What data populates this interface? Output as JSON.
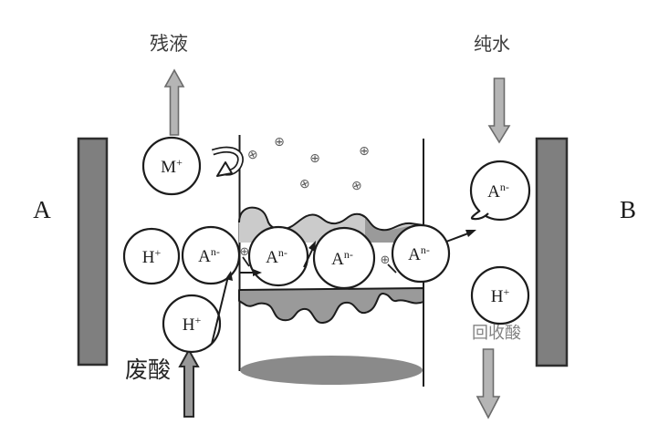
{
  "labels": {
    "residual_liquid": "残液",
    "pure_water": "纯水",
    "waste_acid": "废酸",
    "recovered_acid": "回收酸",
    "electrode_left": "A",
    "electrode_right": "B"
  },
  "ions": {
    "metal": {
      "base": "M",
      "sup": "+"
    },
    "proton": {
      "base": "H",
      "sup": "+"
    },
    "anion": {
      "base": "A",
      "sup": "n-"
    }
  },
  "symbols": {
    "fixed_charge": "⊕"
  },
  "colors": {
    "bar-fill": "#7f7f7f",
    "bar-stroke": "#2e2e2e",
    "flow-arrow-fill": "#b5b5b5",
    "flow-arrow-stroke": "#6b6b6b",
    "feed-arrow-fill": "#989898",
    "feed-arrow-stroke": "#2a2a2a",
    "membrane-light": "#cbcbcb",
    "membrane-dark": "#9a9a9a",
    "ellipse-fill": "#8a8a8a",
    "ink": "#1c1c1c",
    "charge": "#5a5a5a",
    "label-dark": "#3c3c3c",
    "label-darker": "#262626",
    "label-gray": "#828282"
  }
}
